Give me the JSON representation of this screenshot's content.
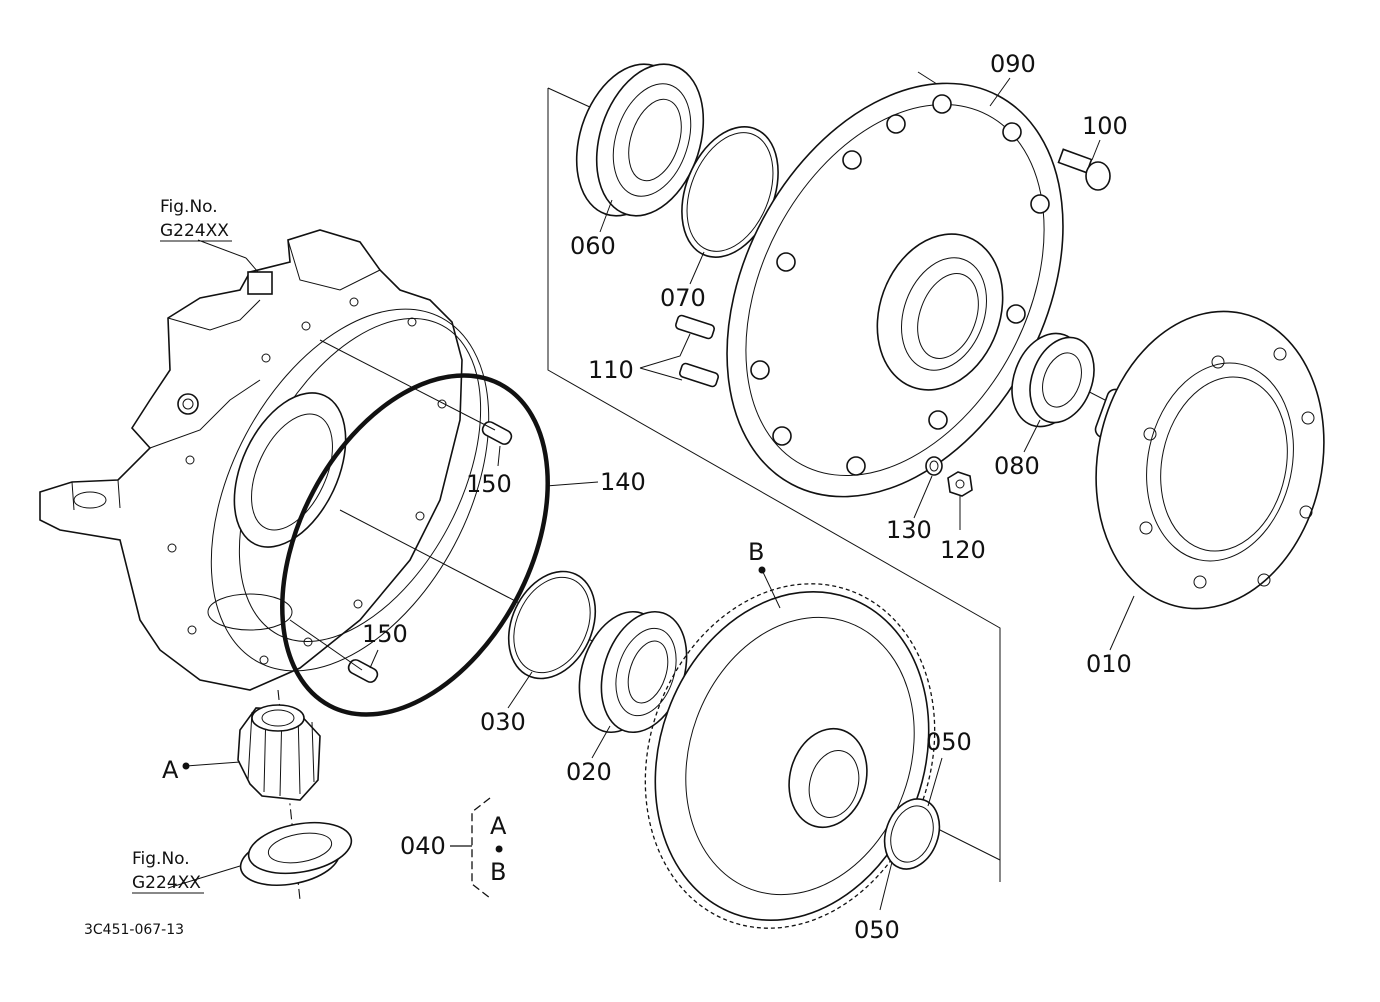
{
  "labels": {
    "p010": "010",
    "p020": "020",
    "p030": "030",
    "p040": "040",
    "p050a": "050",
    "p050b": "050",
    "p060": "060",
    "p070": "070",
    "p080": "080",
    "p090": "090",
    "p100": "100",
    "p110": "110",
    "p120": "120",
    "p130": "130",
    "p140": "140",
    "p150a": "150",
    "p150b": "150",
    "markA": "A",
    "markB": "B",
    "group_a": "A",
    "group_dot": "•",
    "group_b": "B"
  },
  "references": {
    "fig_top_title": "Fig.No.",
    "fig_top_code": "G224XX",
    "fig_bottom_title": "Fig.No.",
    "fig_bottom_code": "G224XX"
  },
  "drawing_code": "3C451-067-13"
}
